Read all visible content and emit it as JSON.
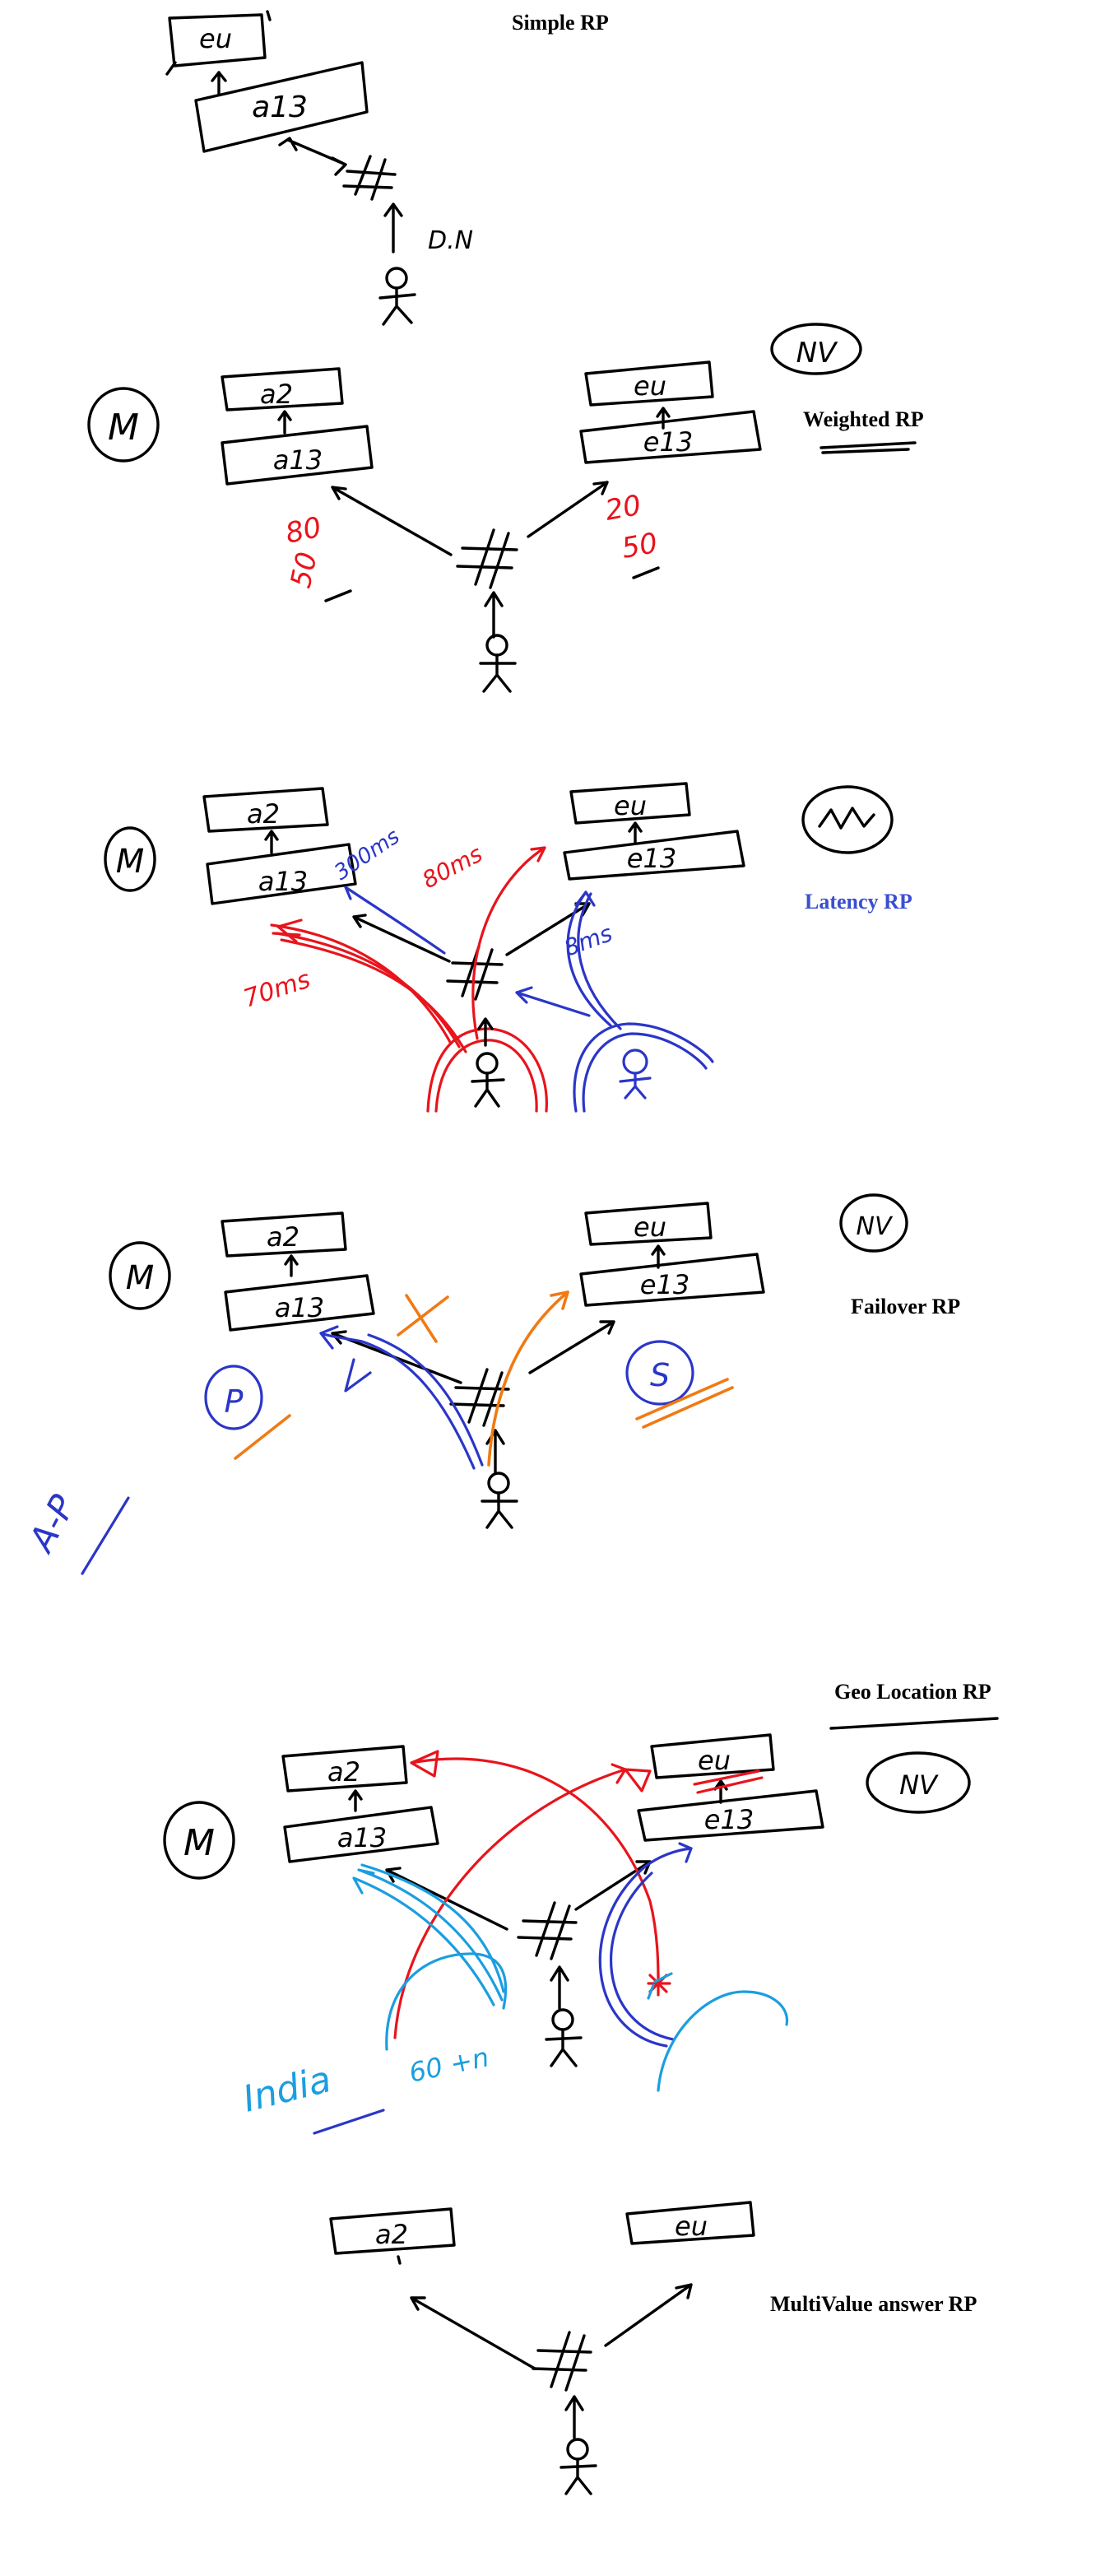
{
  "colors": {
    "ink": "#000000",
    "red": "#e8141c",
    "blue": "#2b36c8",
    "orange": "#f07a14",
    "cyan": "#1b9ee0",
    "background": "#ffffff"
  },
  "sections": {
    "simple": {
      "title": "Simple RP",
      "top_box": "eu",
      "bottom_box": "a13",
      "note": "D.N"
    },
    "weighted": {
      "title": "Weighted RP",
      "left_marker": "M",
      "right_marker": "NV",
      "left_boxes": [
        "a2",
        "a13"
      ],
      "right_boxes": [
        "eu",
        "e13"
      ],
      "left_weights": [
        "80",
        "50"
      ],
      "right_weights": [
        "20",
        "50"
      ]
    },
    "latency": {
      "title": "Latency RP",
      "left_marker": "M",
      "left_boxes": [
        "a2",
        "a13"
      ],
      "right_boxes": [
        "eu",
        "e13"
      ],
      "latency_a": "300ms",
      "latency_b": "80ms",
      "latency_c": "70ms",
      "latency_d": "8ms"
    },
    "failover": {
      "title": "Failover RP",
      "left_marker": "M",
      "right_marker": "NV",
      "left_boxes": [
        "a2",
        "a13"
      ],
      "right_boxes": [
        "eu",
        "e13"
      ],
      "primary": "P",
      "secondary": "S",
      "mode": "A-P"
    },
    "geo": {
      "title": "Geo Location RP",
      "left_marker": "M",
      "right_marker": "NV",
      "left_boxes": [
        "a2",
        "a13"
      ],
      "right_boxes": [
        "eu",
        "e13"
      ],
      "region": "India",
      "region_note": "60 +n"
    },
    "multivalue": {
      "title": "MultiValue answer RP",
      "left_box": "a2",
      "right_box": "eu"
    }
  }
}
